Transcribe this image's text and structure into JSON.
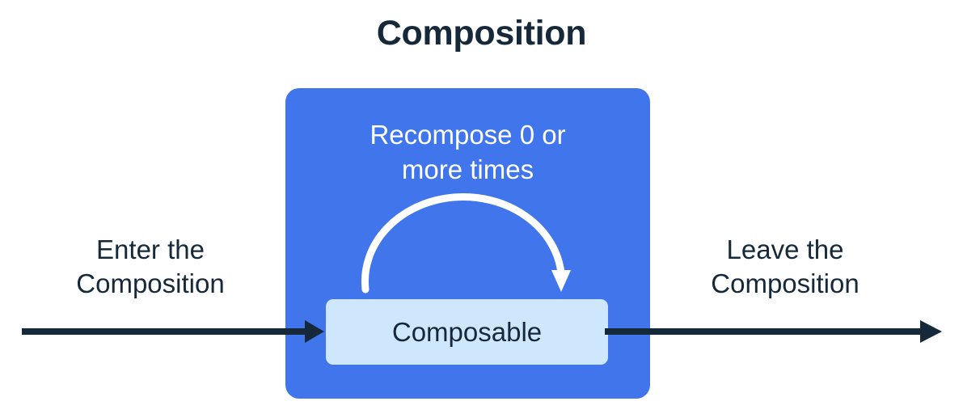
{
  "diagram": {
    "title": "Composition",
    "enter_label": {
      "line1": "Enter the",
      "line2": "Composition"
    },
    "leave_label": {
      "line1": "Leave the",
      "line2": "Composition"
    },
    "recompose_caption": {
      "line1": "Recompose 0 or",
      "line2": "more times"
    },
    "composable_label": "Composable",
    "colors": {
      "background": "#ffffff",
      "composition_box": "#4175eb",
      "composable_box": "#cfe7fc",
      "text_dark": "#16293a",
      "text_light": "#ffffff",
      "arrow_dark": "#16293a",
      "arrow_light": "#ffffff"
    }
  }
}
